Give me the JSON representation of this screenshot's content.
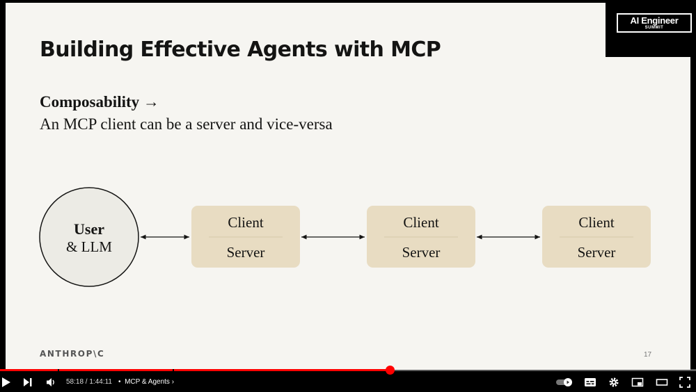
{
  "logo": {
    "main": "AI Engineer",
    "sub": "SUMMIT"
  },
  "slide": {
    "title": "Building Effective Agents with MCP",
    "heading": "Composability →",
    "body": "An MCP client can be a server and vice-versa",
    "brand": "ANTHROP\\C",
    "page_number": "17"
  },
  "diagram": {
    "user": {
      "title": "User",
      "subtitle": "& LLM"
    },
    "boxes": [
      {
        "top": "Client",
        "bottom": "Server"
      },
      {
        "top": "Client",
        "bottom": "Server"
      },
      {
        "top": "Client",
        "bottom": "Server"
      }
    ],
    "colors": {
      "box_fill": "#e8dcc2",
      "circle_fill": "#ecebe5",
      "stroke": "#141413"
    }
  },
  "player": {
    "time": "58:18 / 1:44:11",
    "chapter": "MCP & Agents",
    "progress": 0.56,
    "chapter_marks": [
      0.083,
      0.248
    ],
    "icons": [
      "play-icon",
      "next-icon",
      "volume-icon",
      "autoplay-toggle-icon",
      "subtitles-icon",
      "settings-icon",
      "miniplayer-icon",
      "theater-icon",
      "fullscreen-icon"
    ]
  }
}
